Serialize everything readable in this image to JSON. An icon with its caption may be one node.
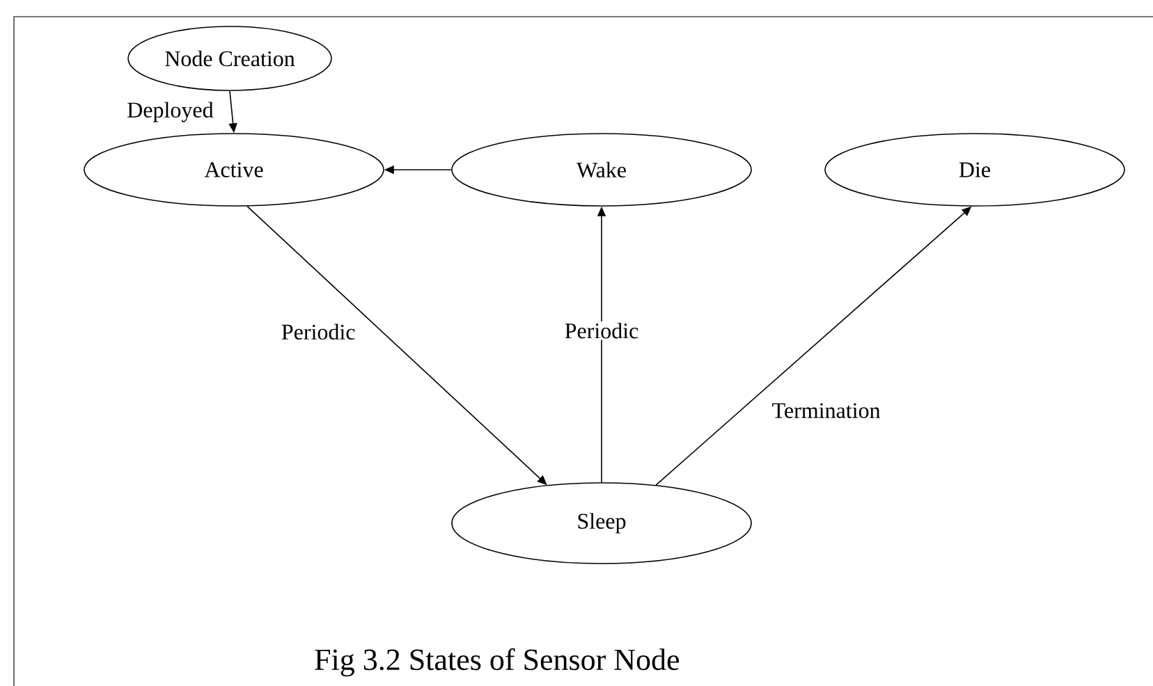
{
  "diagram": {
    "caption": "Fig 3.2 States of Sensor Node",
    "nodes": [
      {
        "text": [
          "Node Creation"
        ]
      },
      {
        "text": [
          "Active"
        ]
      },
      {
        "text": [
          "Wake"
        ]
      },
      {
        "text": [
          "Die"
        ]
      },
      {
        "text": [
          "Sleep"
        ]
      }
    ],
    "edges": [
      {
        "from": 0,
        "to": 1,
        "arrow": "to",
        "label": "Deployed"
      },
      {
        "from": 2,
        "to": 1,
        "arrow": "to"
      },
      {
        "from": 1,
        "to": 4,
        "arrow": "to",
        "label": "Periodic"
      },
      {
        "from": 4,
        "to": 2,
        "arrow": "to",
        "label": "Periodic"
      },
      {
        "from": 4,
        "to": 3,
        "arrow": "to",
        "label": "Termination"
      }
    ]
  }
}
